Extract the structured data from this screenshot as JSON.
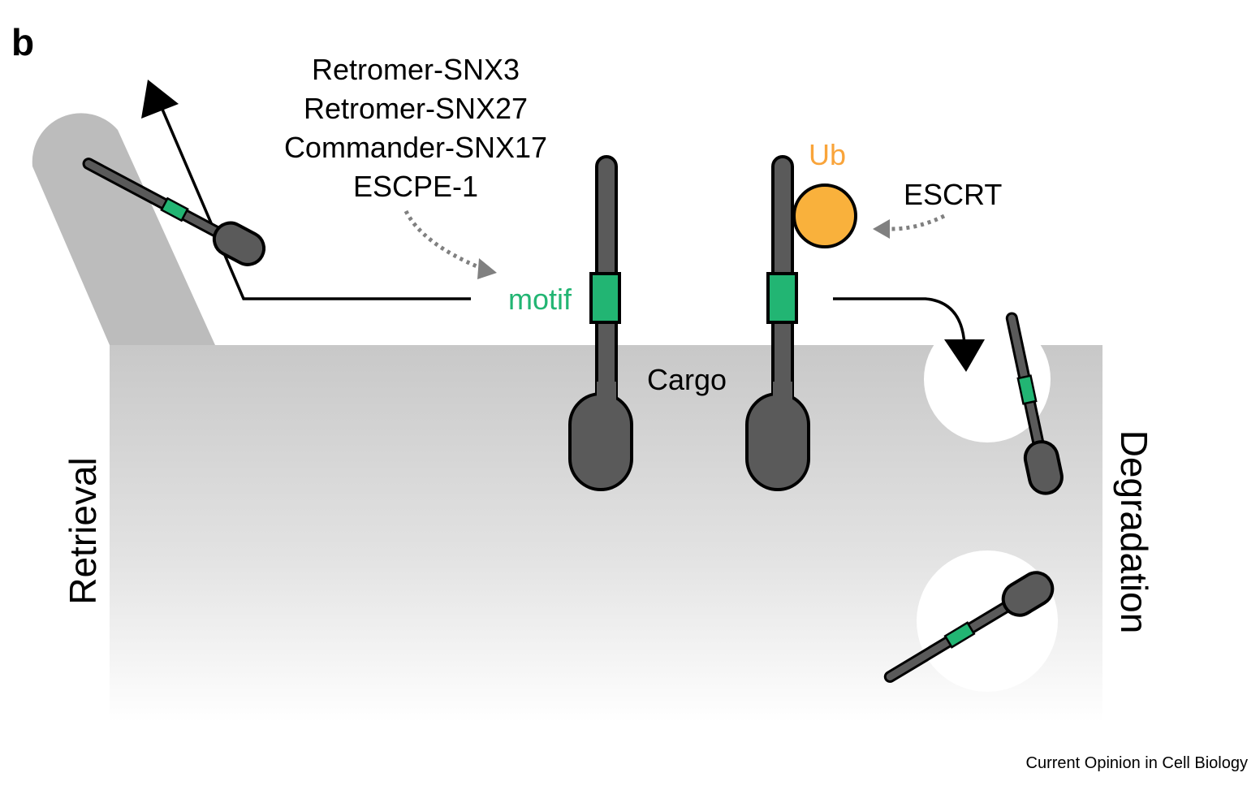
{
  "panel_label": "b",
  "retrieval_complexes": [
    "Retromer-SNX3",
    "Retromer-SNX27",
    "Commander-SNX17",
    "ESCPE-1"
  ],
  "labels": {
    "motif": "motif",
    "ubiquitin": "Ub",
    "escrt": "ESCRT",
    "cargo": "Cargo",
    "retrieval": "Retrieval",
    "degradation": "Degradation",
    "credit": "Current Opinion in Cell Biology"
  },
  "colors": {
    "motif_green": "#22b573",
    "ubiquitin_orange": "#f9b13c",
    "cargo_gray": "#5a5a5a",
    "arrow_gray": "#808080",
    "membrane_top": "#c8c8c8",
    "tubule_gray": "#b8b8b8"
  }
}
